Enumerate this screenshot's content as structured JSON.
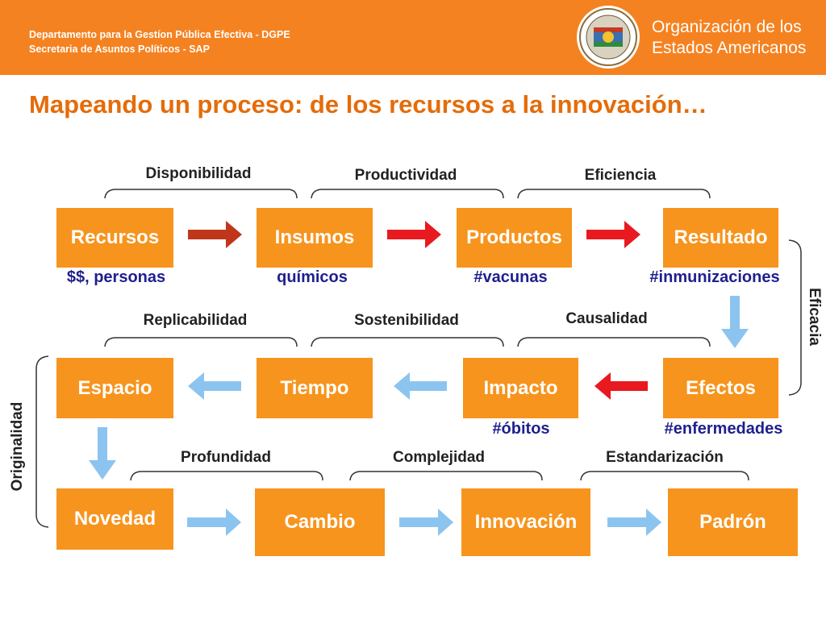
{
  "header": {
    "dept_line1": "Departamento para la Gestíon Pública Efectiva  - DGPE",
    "dept_line2": "Secretaria de Asuntos Políticos - SAP",
    "org_line1": "Organización de los",
    "org_line2": "Estados Americanos",
    "seal_icon": "oas-seal-icon"
  },
  "title": "Mapeando un proceso: de los recursos a la innovación…",
  "boxes": {
    "recursos": "Recursos",
    "insumos": "Insumos",
    "productos": "Productos",
    "resultado": "Resultado",
    "espacio": "Espacio",
    "tiempo": "Tiempo",
    "impacto": "Impacto",
    "efectos": "Efectos",
    "novedad": "Novedad",
    "cambio": "Cambio",
    "innovacion": "Innovación",
    "padron": "Padrón"
  },
  "labels": {
    "disponibilidad": "Disponibilidad",
    "productividad": "Productividad",
    "eficiencia": "Eficiencia",
    "replicabilidad": "Replicabilidad",
    "sostenibilidad": "Sostenibilidad",
    "causalidad": "Causalidad",
    "profundidad": "Profundidad",
    "complejidad": "Complejidad",
    "estandarizacion": "Estandarización",
    "eficacia": "Eficacia",
    "originalidad": "Originalidad"
  },
  "metrics": {
    "recursos": "$$, personas",
    "insumos": "químicos",
    "productos": "#vacunas",
    "resultado": "#inmunizaciones",
    "impacto": "#óbitos",
    "efectos": "#enfermedades"
  },
  "colors": {
    "header": "#f58220",
    "title": "#e46c0a",
    "box": "#f7941d",
    "metric": "#1f1f8f",
    "arrow_red": "#e8191f",
    "arrow_dark_red": "#c0361b",
    "arrow_blue": "#8cc4f0"
  }
}
